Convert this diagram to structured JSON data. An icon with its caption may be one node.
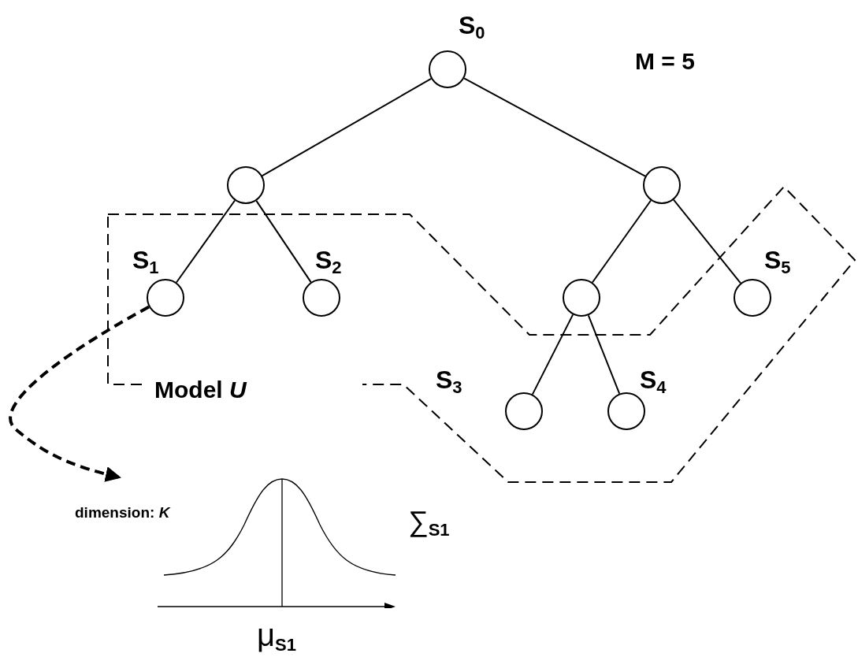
{
  "diagram": {
    "nodes": [
      {
        "text": [],
        "shape": "circle",
        "beside": [
          "S$_{0}$"
        ]
      },
      {
        "text": [],
        "shape": "circle"
      },
      {
        "text": [],
        "shape": "circle"
      },
      {
        "text": [],
        "shape": "circle",
        "beside": [
          "S$_{1}$"
        ]
      },
      {
        "text": [],
        "shape": "circle",
        "beside": [
          "S$_{2}$"
        ]
      },
      {
        "text": [],
        "shape": "circle"
      },
      {
        "text": [],
        "shape": "circle",
        "beside": [
          "S$_{5}$"
        ]
      },
      {
        "text": [],
        "shape": "circle",
        "beside": [
          "S$_{3}$"
        ]
      },
      {
        "text": [],
        "shape": "circle",
        "beside": [
          "S$_{4}$"
        ]
      },
      {
        "text": [],
        "shape": "picture",
        "beside": [
          "dimension: *K*",
          "∑$_{S1}$",
          "μ$_{S1}$"
        ]
      }
    ],
    "edges": [
      {
        "from": 0,
        "to": 1,
        "arrow": "none"
      },
      {
        "from": 0,
        "to": 2,
        "arrow": "none"
      },
      {
        "from": 1,
        "to": 3,
        "arrow": "none"
      },
      {
        "from": 1,
        "to": 4,
        "arrow": "none"
      },
      {
        "from": 2,
        "to": 5,
        "arrow": "none"
      },
      {
        "from": 2,
        "to": 6,
        "arrow": "none"
      },
      {
        "from": 5,
        "to": 7,
        "arrow": "none"
      },
      {
        "from": 5,
        "to": 8,
        "arrow": "none"
      },
      {
        "from": 3,
        "to": 9,
        "arrow": "to",
        "style": "dashed"
      }
    ],
    "labels": [
      "M = 5",
      "Model *U*"
    ]
  }
}
